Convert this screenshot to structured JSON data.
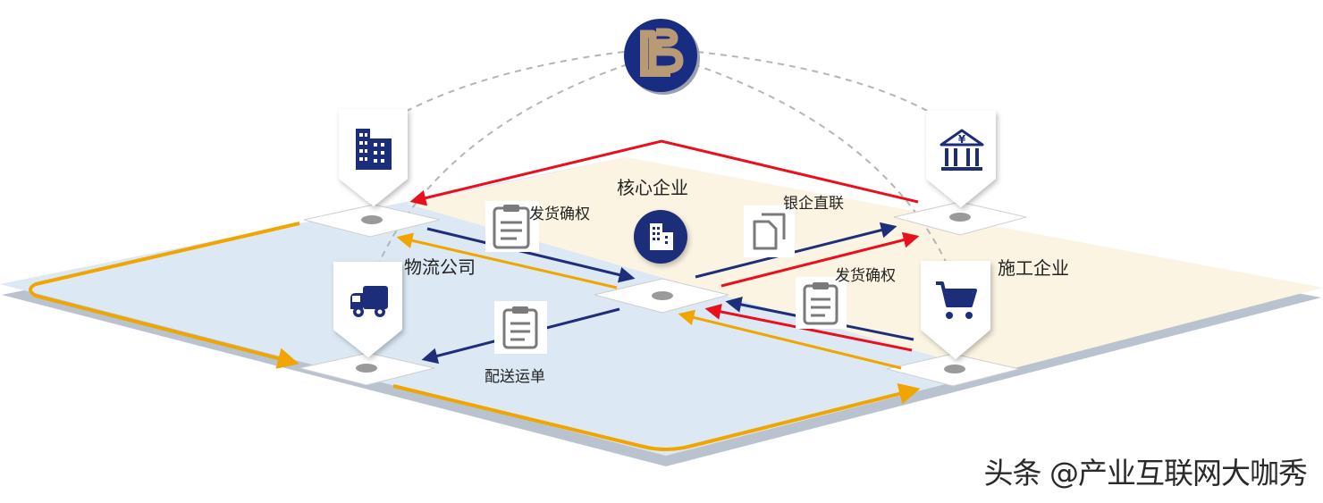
{
  "nodes": {
    "core": {
      "label": "核心企业",
      "icon": "office-building-icon"
    },
    "logistics": {
      "label": "物流公司",
      "icon": "delivery-truck-icon"
    },
    "construction": {
      "label": "施工企业",
      "icon": "shopping-cart-icon"
    },
    "bank": {
      "label": "",
      "icon": "bank-yuan-icon"
    },
    "supplier": {
      "label": "",
      "icon": "building-icon"
    },
    "platform": {
      "label": "",
      "icon": "platform-logo-b"
    }
  },
  "flow_labels": {
    "confirm_top": "发货确权",
    "bank_link": "银企直联",
    "confirm_right": "发货确权",
    "delivery_note": "配送运单"
  },
  "colors": {
    "navy": "#1e2e7a",
    "red": "#e8101c",
    "orange": "#f0a500",
    "left_area": "#dce9f4",
    "right_area": "#fbf4e2",
    "platform_edge": "#b9c3cf",
    "logo_gold": "#b89a74"
  },
  "watermark": "头条 @产业互联网大咖秀"
}
